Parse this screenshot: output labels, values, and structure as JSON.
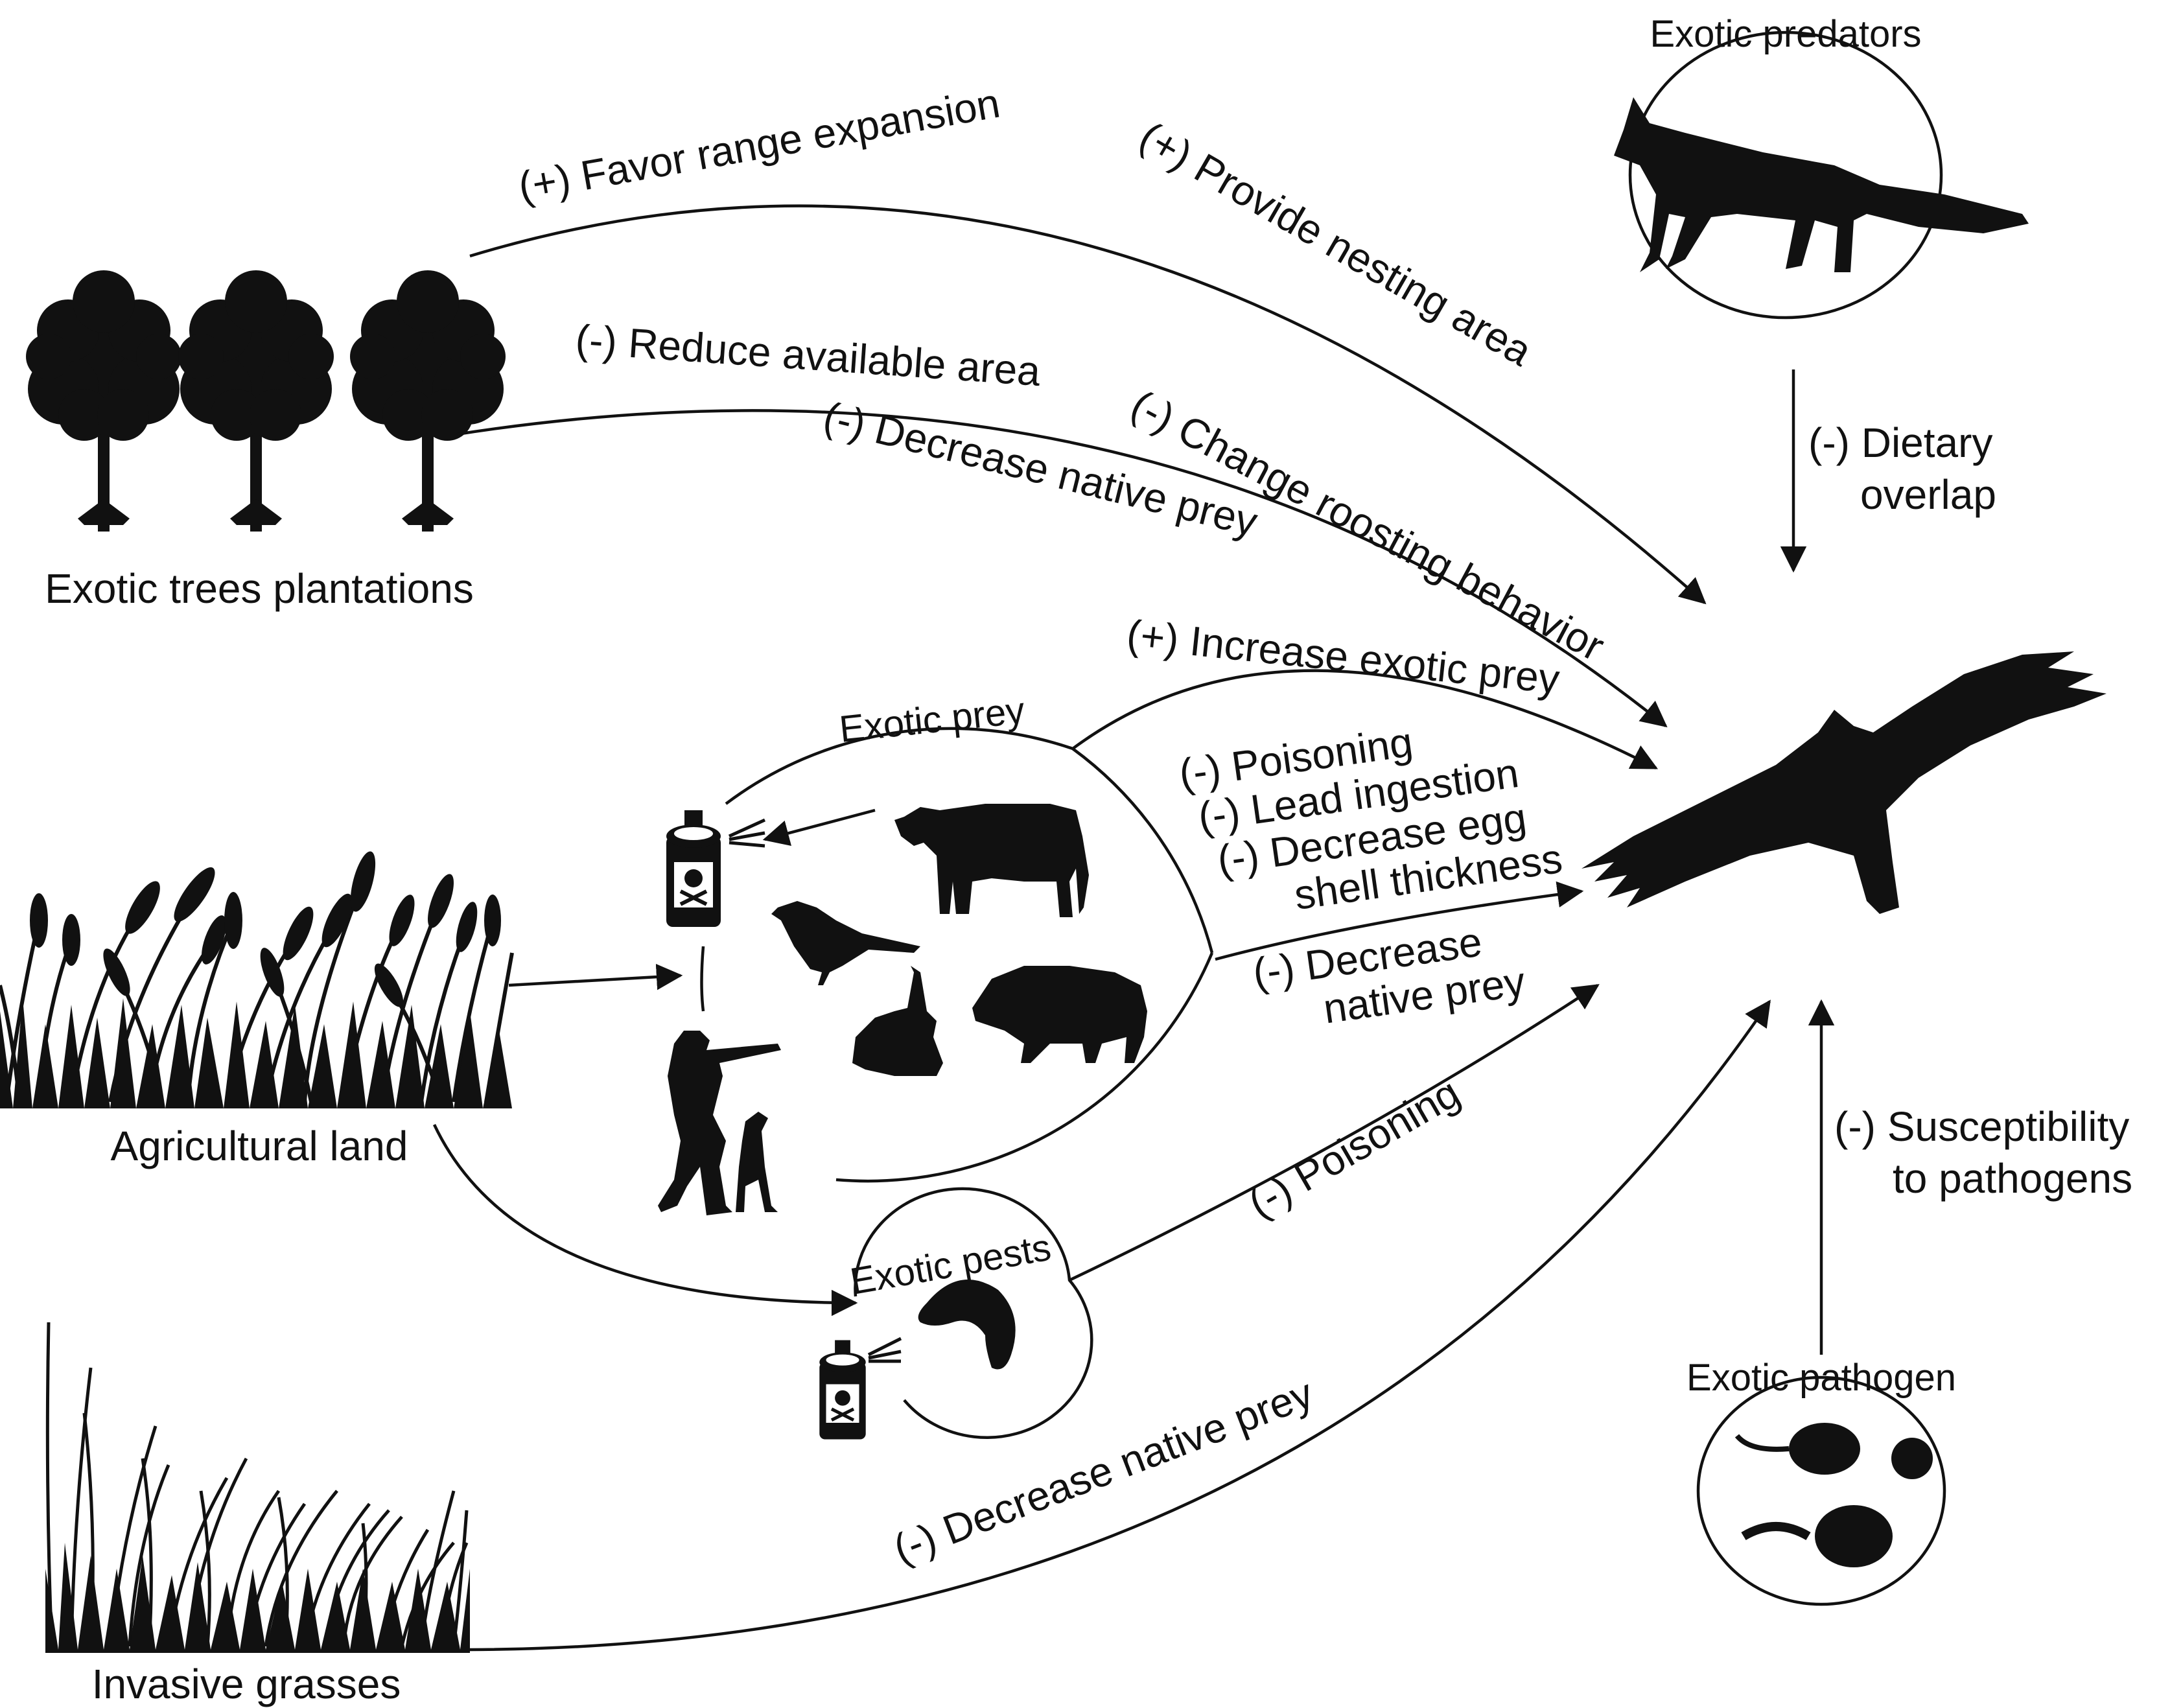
{
  "nodes": {
    "trees": "Exotic trees plantations",
    "agri": "Agricultural land",
    "grasses": "Invasive grasses",
    "predators": "Exotic predators",
    "prey": "Exotic prey",
    "pests": "Exotic pests",
    "pathogen": "Exotic pathogen"
  },
  "edges": {
    "favor": "(+) Favor range expansion",
    "nesting": "(+) Provide nesting area",
    "reduce": "(-) Reduce available area",
    "roosting": "(-) Change roosting behavior",
    "dec_native_trees": "(-) Decrease native prey",
    "increase_exotic": "(+) Increase exotic prey",
    "dietary_1": "(-) Dietary",
    "dietary_2": "overlap",
    "poisoning_1": "(-) Poisoning",
    "lead": "(-) Lead ingestion",
    "egg_1": "(-) Decrease egg",
    "egg_2": "shell thickness",
    "native_1": "(-) Decrease",
    "native_2": "native prey",
    "poisoning_2": "(-) Poisoning",
    "suscept_1": "(-) Susceptibility",
    "suscept_2": "to pathogens",
    "dec_native_grass": "(-) Decrease native prey"
  },
  "icons": [
    "tree-icon",
    "fox-icon",
    "raptor-icon",
    "wheat-icon",
    "grass-icon",
    "cow-icon",
    "bird-icon",
    "hare-icon",
    "boar-icon",
    "hunter-icon",
    "dog-icon",
    "poison-can-icon",
    "larva-icon",
    "protozoan-icon",
    "spore-icon"
  ],
  "colors": {
    "ink": "#111111",
    "background": "#ffffff"
  }
}
